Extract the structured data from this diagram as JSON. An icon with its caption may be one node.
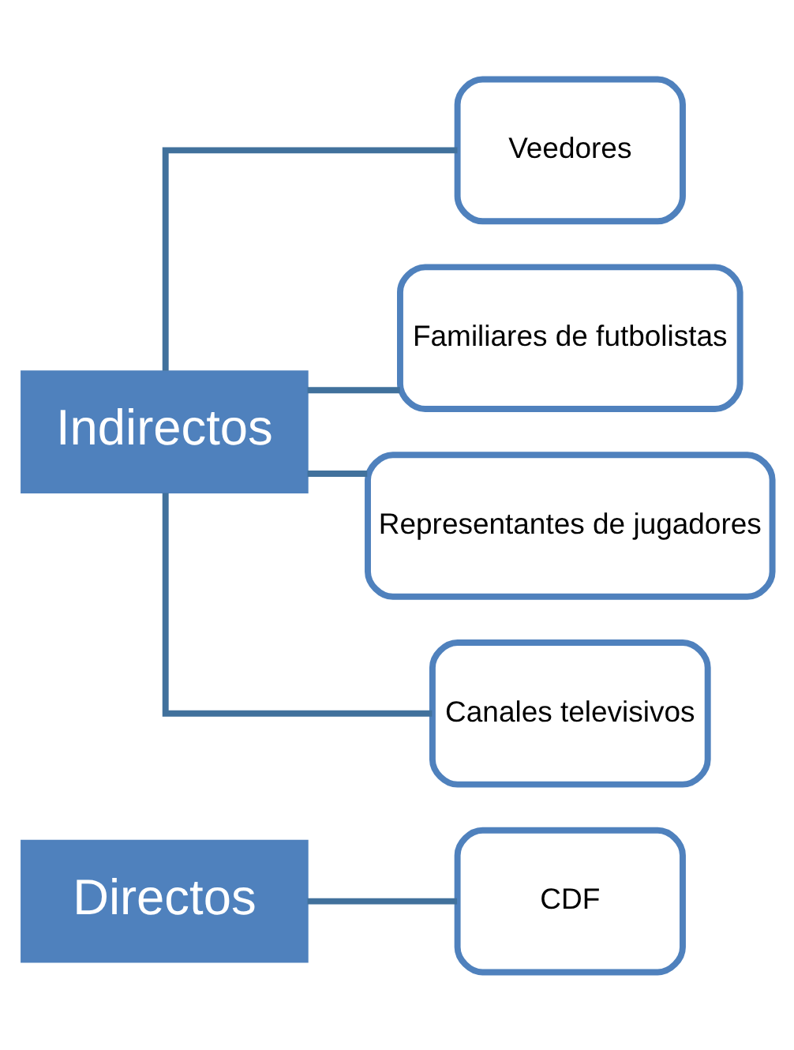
{
  "diagram": {
    "nodes": [
      {
        "text": [
          "Directos"
        ]
      },
      {
        "text": [
          "CDF"
        ]
      },
      {
        "text": [
          "Indirectos"
        ]
      },
      {
        "text": [
          "Veedores"
        ]
      },
      {
        "text": [
          "Familiares de futbolistas"
        ]
      },
      {
        "text": [
          "Representantes de jugadores"
        ]
      },
      {
        "text": [
          "Canales televisivos"
        ]
      }
    ],
    "edges": [
      {
        "from": 0,
        "to": 1,
        "arrow": "none"
      },
      {
        "from": 2,
        "to": 3,
        "arrow": "none"
      },
      {
        "from": 2,
        "to": 4,
        "arrow": "none"
      },
      {
        "from": 2,
        "to": 5,
        "arrow": "none"
      },
      {
        "from": 2,
        "to": 6,
        "arrow": "none"
      }
    ]
  }
}
